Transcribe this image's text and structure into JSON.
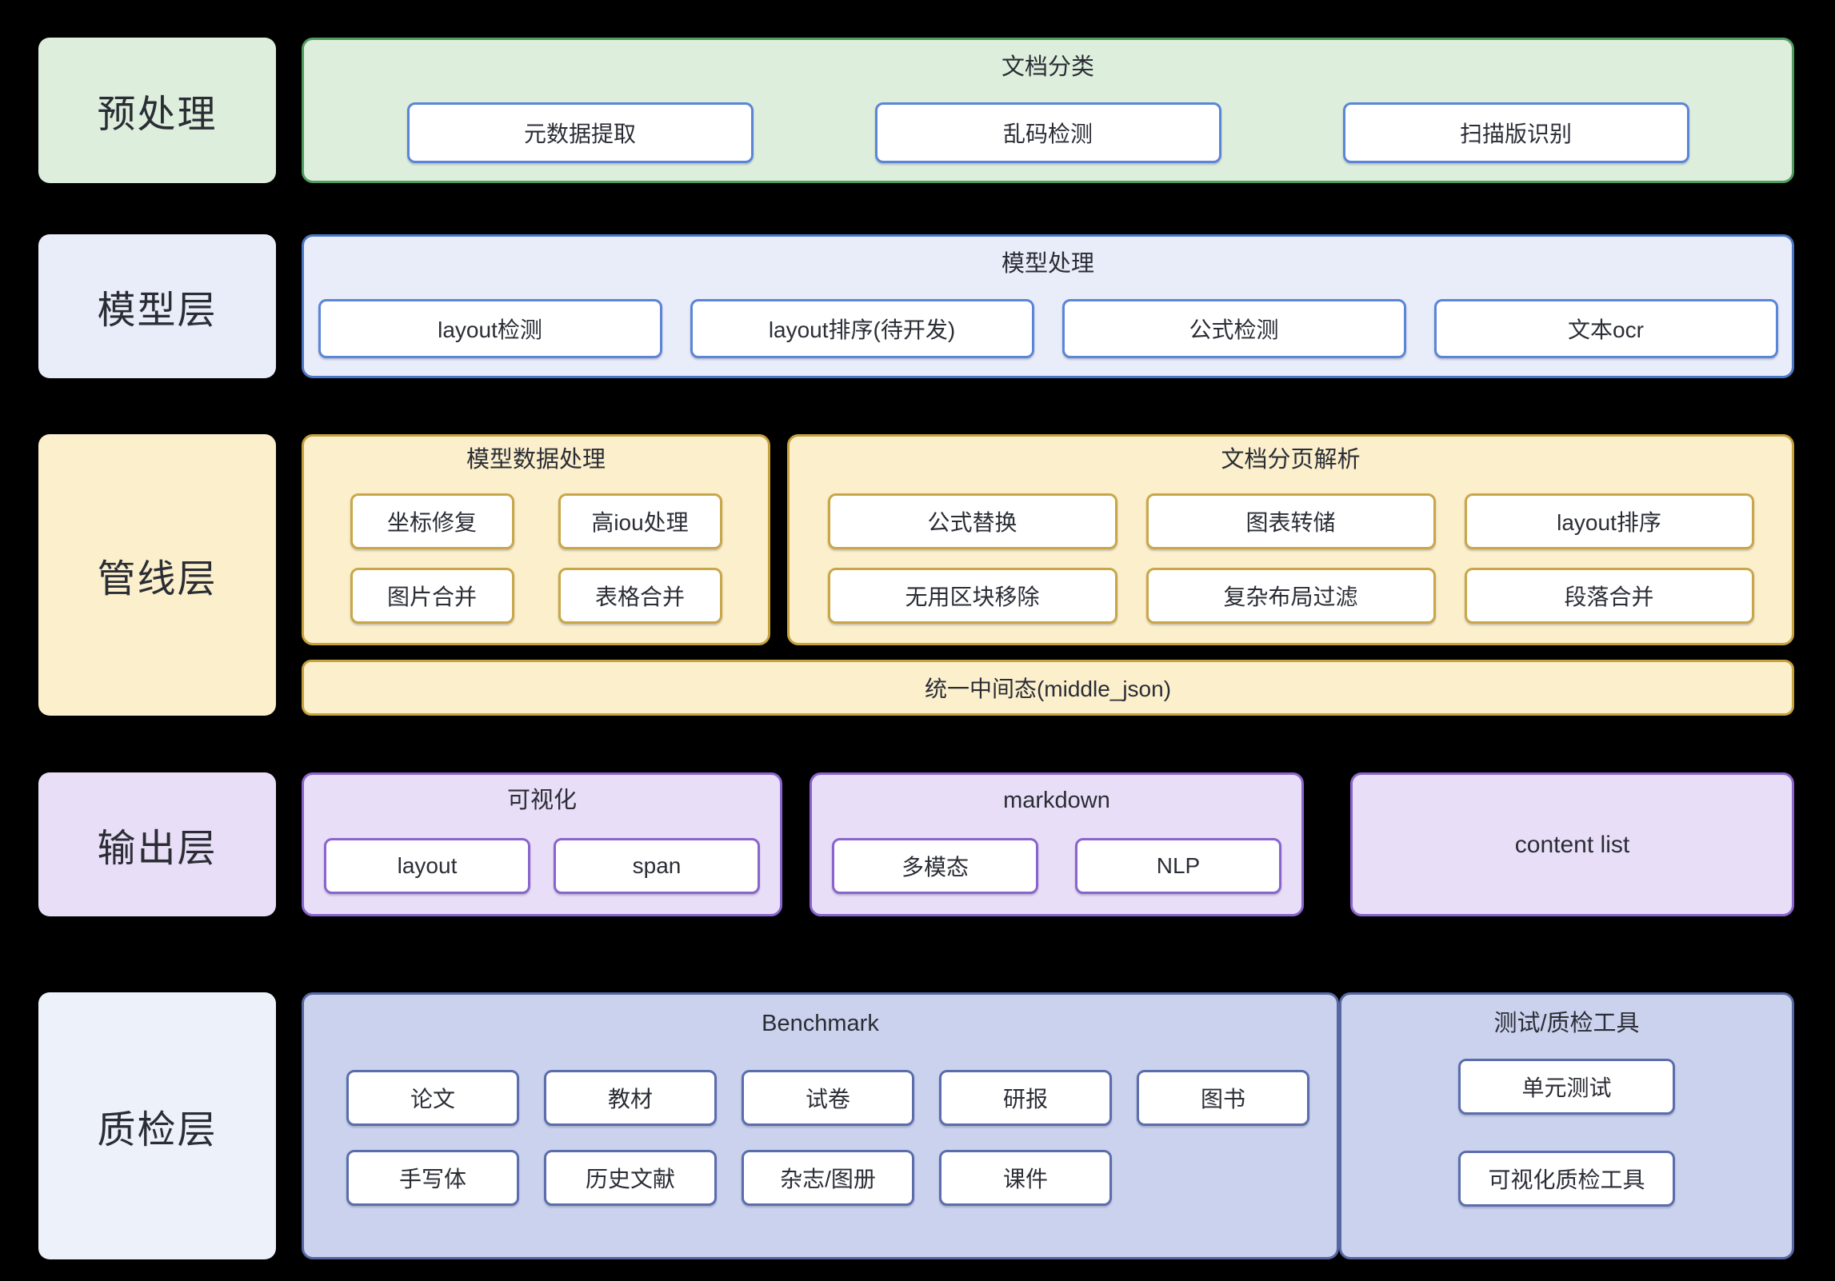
{
  "background": "#000000",
  "text_color": "#2b2d35",
  "themes": {
    "green": {
      "fill": "#ddeedd",
      "border": "#4f9d5e",
      "button_border": "#5b85d6"
    },
    "blue": {
      "fill": "#e9edf9",
      "border": "#4c76c6",
      "button_border": "#5b85d6"
    },
    "yellow": {
      "fill": "#fbefcc",
      "border": "#c6a23e",
      "button_border": "#c9a748"
    },
    "purple": {
      "fill": "#e9def7",
      "border": "#8a64ce",
      "button_border": "#8a64ce"
    },
    "indigo": {
      "fill": "#cbd2ee",
      "border": "#5668a3",
      "button_border": "#5b6dac",
      "label_fill": "#edf1fa"
    }
  },
  "layers": [
    {
      "label": "预处理",
      "groups": [
        {
          "title": "文档分类",
          "buttons": [
            "元数据提取",
            "乱码检测",
            "扫描版识别"
          ]
        }
      ]
    },
    {
      "label": "模型层",
      "groups": [
        {
          "title": "模型处理",
          "buttons": [
            "layout检测",
            "layout排序(待开发)",
            "公式检测",
            "文本ocr"
          ]
        }
      ]
    },
    {
      "label": "管线层",
      "groups": [
        {
          "title": "模型数据处理",
          "rows": [
            [
              "坐标修复",
              "高iou处理"
            ],
            [
              "图片合并",
              "表格合并"
            ]
          ]
        },
        {
          "title": "文档分页解析",
          "rows": [
            [
              "公式替换",
              "图表转储",
              "layout排序"
            ],
            [
              "无用区块移除",
              "复杂布局过滤",
              "段落合并"
            ]
          ]
        }
      ],
      "bar": "统一中间态(middle_json)"
    },
    {
      "label": "输出层",
      "groups": [
        {
          "title": "可视化",
          "buttons": [
            "layout",
            "span"
          ]
        },
        {
          "title": "markdown",
          "buttons": [
            "多模态",
            "NLP"
          ]
        },
        {
          "title": "content list",
          "buttons": []
        }
      ]
    },
    {
      "label": "质检层",
      "groups": [
        {
          "title": "Benchmark",
          "rows": [
            [
              "论文",
              "教材",
              "试卷",
              "研报",
              "图书"
            ],
            [
              "手写体",
              "历史文献",
              "杂志/图册",
              "课件"
            ]
          ]
        },
        {
          "title": "测试/质检工具",
          "stack": [
            "单元测试",
            "可视化质检工具"
          ]
        }
      ]
    }
  ]
}
